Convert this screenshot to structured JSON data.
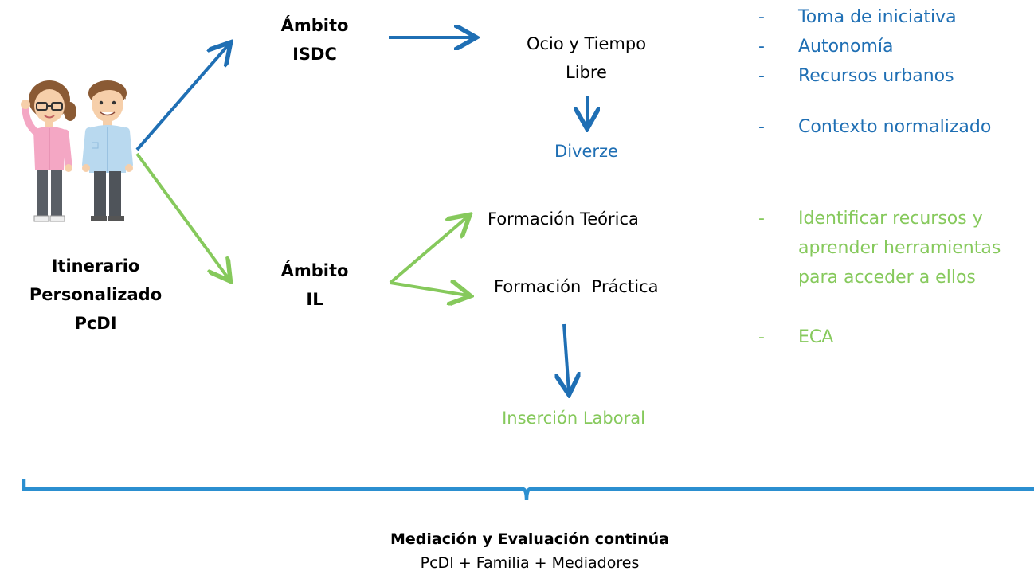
{
  "person_group": {
    "label_lines": [
      "Itinerario",
      "Personalizado",
      "PcDI"
    ],
    "icon": "two-people-illustration"
  },
  "isdc": {
    "title_lines": [
      "Ámbito",
      "ISDC"
    ],
    "node_lines": [
      "Ocio y Tiempo",
      "Libre"
    ],
    "result": "Diverze",
    "points": [
      "Toma de iniciativa",
      "Autonomía",
      "Recursos urbanos",
      "Contexto normalizado"
    ]
  },
  "il": {
    "title_lines": [
      "Ámbito",
      "IL"
    ],
    "node_teorica": "Formación Teórica",
    "node_practica": "Formación  Práctica",
    "result": "Inserción Laboral",
    "points": [
      [
        "Identificar recursos y",
        "aprender herramientas",
        "para acceder a ellos"
      ],
      [
        "ECA"
      ]
    ]
  },
  "footer": {
    "title": "Mediación y Evaluación continúa",
    "subtitle": "PcDI + Familia + Mediadores"
  },
  "list_marker": "-",
  "colors": {
    "blue": "#1f6fb4",
    "green": "#86c95c",
    "bracket": "#2b8fd0",
    "text": "#000000"
  }
}
